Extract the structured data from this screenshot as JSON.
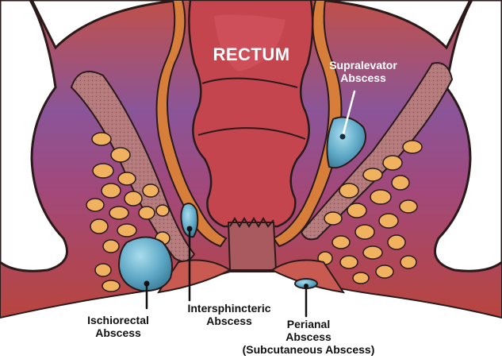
{
  "labels": {
    "rectum": "RECTUM",
    "supralevator": "Supralevator\nAbscess",
    "ischiorectal": "Ischiorectal\nAbscess",
    "intersphincteric": "Intersphincteric\nAbscess",
    "perianal": "Perianal\nAbscess\n(Subcutaneous Abscess)"
  },
  "colors": {
    "tissue": "#b8453e",
    "purple_region": "#7a5aa6",
    "rectum_wall": "#c4454d",
    "rectum_fold": "#d75866",
    "muscle_orange": "#d77f3a",
    "levator_pink": "#b47a7c",
    "fat_yellow": "#f0b25e",
    "bone_white": "#ffffff",
    "abscess_blue": "#5fa9c6",
    "outline": "#2a1a1a"
  }
}
